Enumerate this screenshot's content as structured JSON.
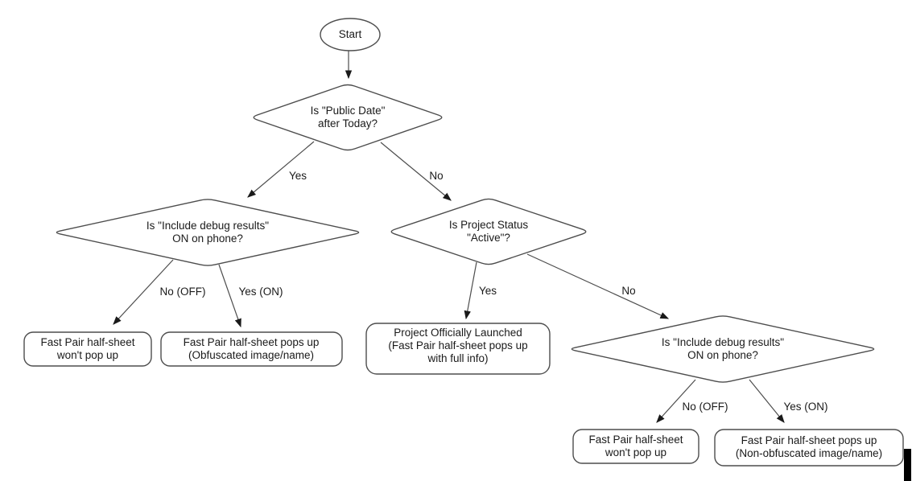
{
  "diagram": {
    "nodes": {
      "start": {
        "label": "Start"
      },
      "public_date": {
        "line1": "Is \"Public Date\"",
        "line2": "after Today?"
      },
      "debug_left": {
        "line1": "Is \"Include debug results\"",
        "line2": "ON on phone?"
      },
      "project_status": {
        "line1": "Is Project Status",
        "line2": "\"Active\"?"
      },
      "debug_right": {
        "line1": "Is \"Include debug results\"",
        "line2": "ON on phone?"
      },
      "no_popup_left": {
        "line1": "Fast Pair half-sheet",
        "line2": "won't pop up"
      },
      "obfuscated": {
        "line1": "Fast Pair half-sheet pops up",
        "line2": "(Obfuscated image/name)"
      },
      "launched": {
        "line1": "Project Officially Launched",
        "line2": "(Fast Pair half-sheet pops up",
        "line3": "with full info)"
      },
      "no_popup_right": {
        "line1": "Fast Pair half-sheet",
        "line2": "won't pop up"
      },
      "non_obfuscated": {
        "line1": "Fast Pair half-sheet pops up",
        "line2": "(Non-obfuscated image/name)"
      }
    },
    "edge_labels": {
      "public_date_yes": "Yes",
      "public_date_no": "No",
      "debug_left_no": "No (OFF)",
      "debug_left_yes": "Yes (ON)",
      "status_yes": "Yes",
      "status_no": "No",
      "debug_right_no": "No (OFF)",
      "debug_right_yes": "Yes (ON)"
    },
    "colors": {
      "shape_stroke": "#4d4d4d",
      "arrowhead": "#1a1a1a",
      "text": "#1a1a1a",
      "background": "#ffffff"
    }
  }
}
